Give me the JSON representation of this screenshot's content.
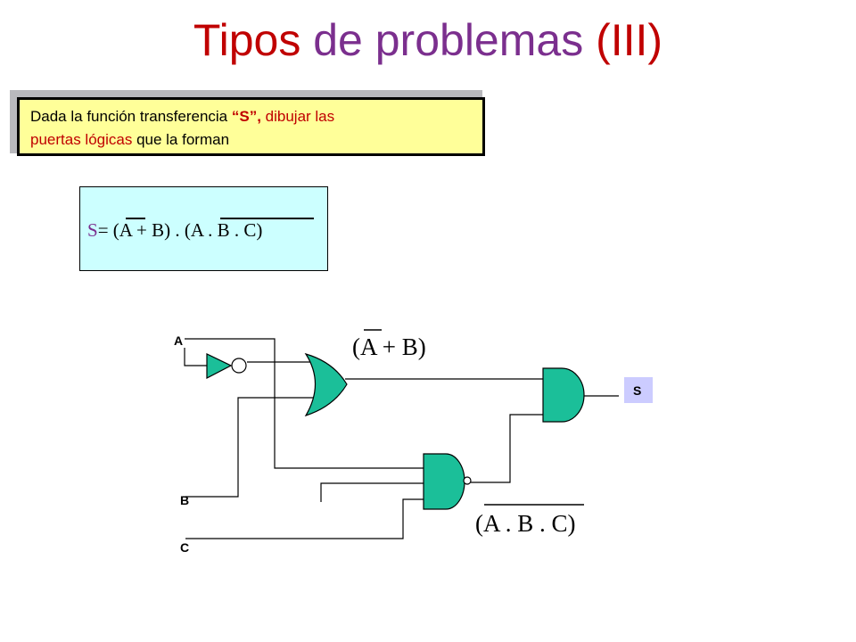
{
  "title": {
    "word1": "Tipos",
    "word2": "de problemas",
    "word3": "(III)"
  },
  "task": {
    "part1": "Dada la función transferencia ",
    "quoted": "“S”,",
    "part2": " dibujar las",
    "part3": "puertas lógicas",
    "part4": " que la forman"
  },
  "function": {
    "lhs": "S",
    "rhs": "= (A + B) . (A . B . C)"
  },
  "diagram": {
    "input_a": "A",
    "input_b": "B",
    "input_c": "C",
    "output": "S",
    "expr_or": "(A + B)",
    "expr_nand": "(A . B . C)"
  },
  "colors": {
    "title_red": "#c00000",
    "title_purple": "#7b2f8e",
    "task_bg": "#ffff99",
    "func_bg": "#ccffff",
    "gate_fill": "#1bbf99",
    "output_label_bg": "#ccccff"
  }
}
